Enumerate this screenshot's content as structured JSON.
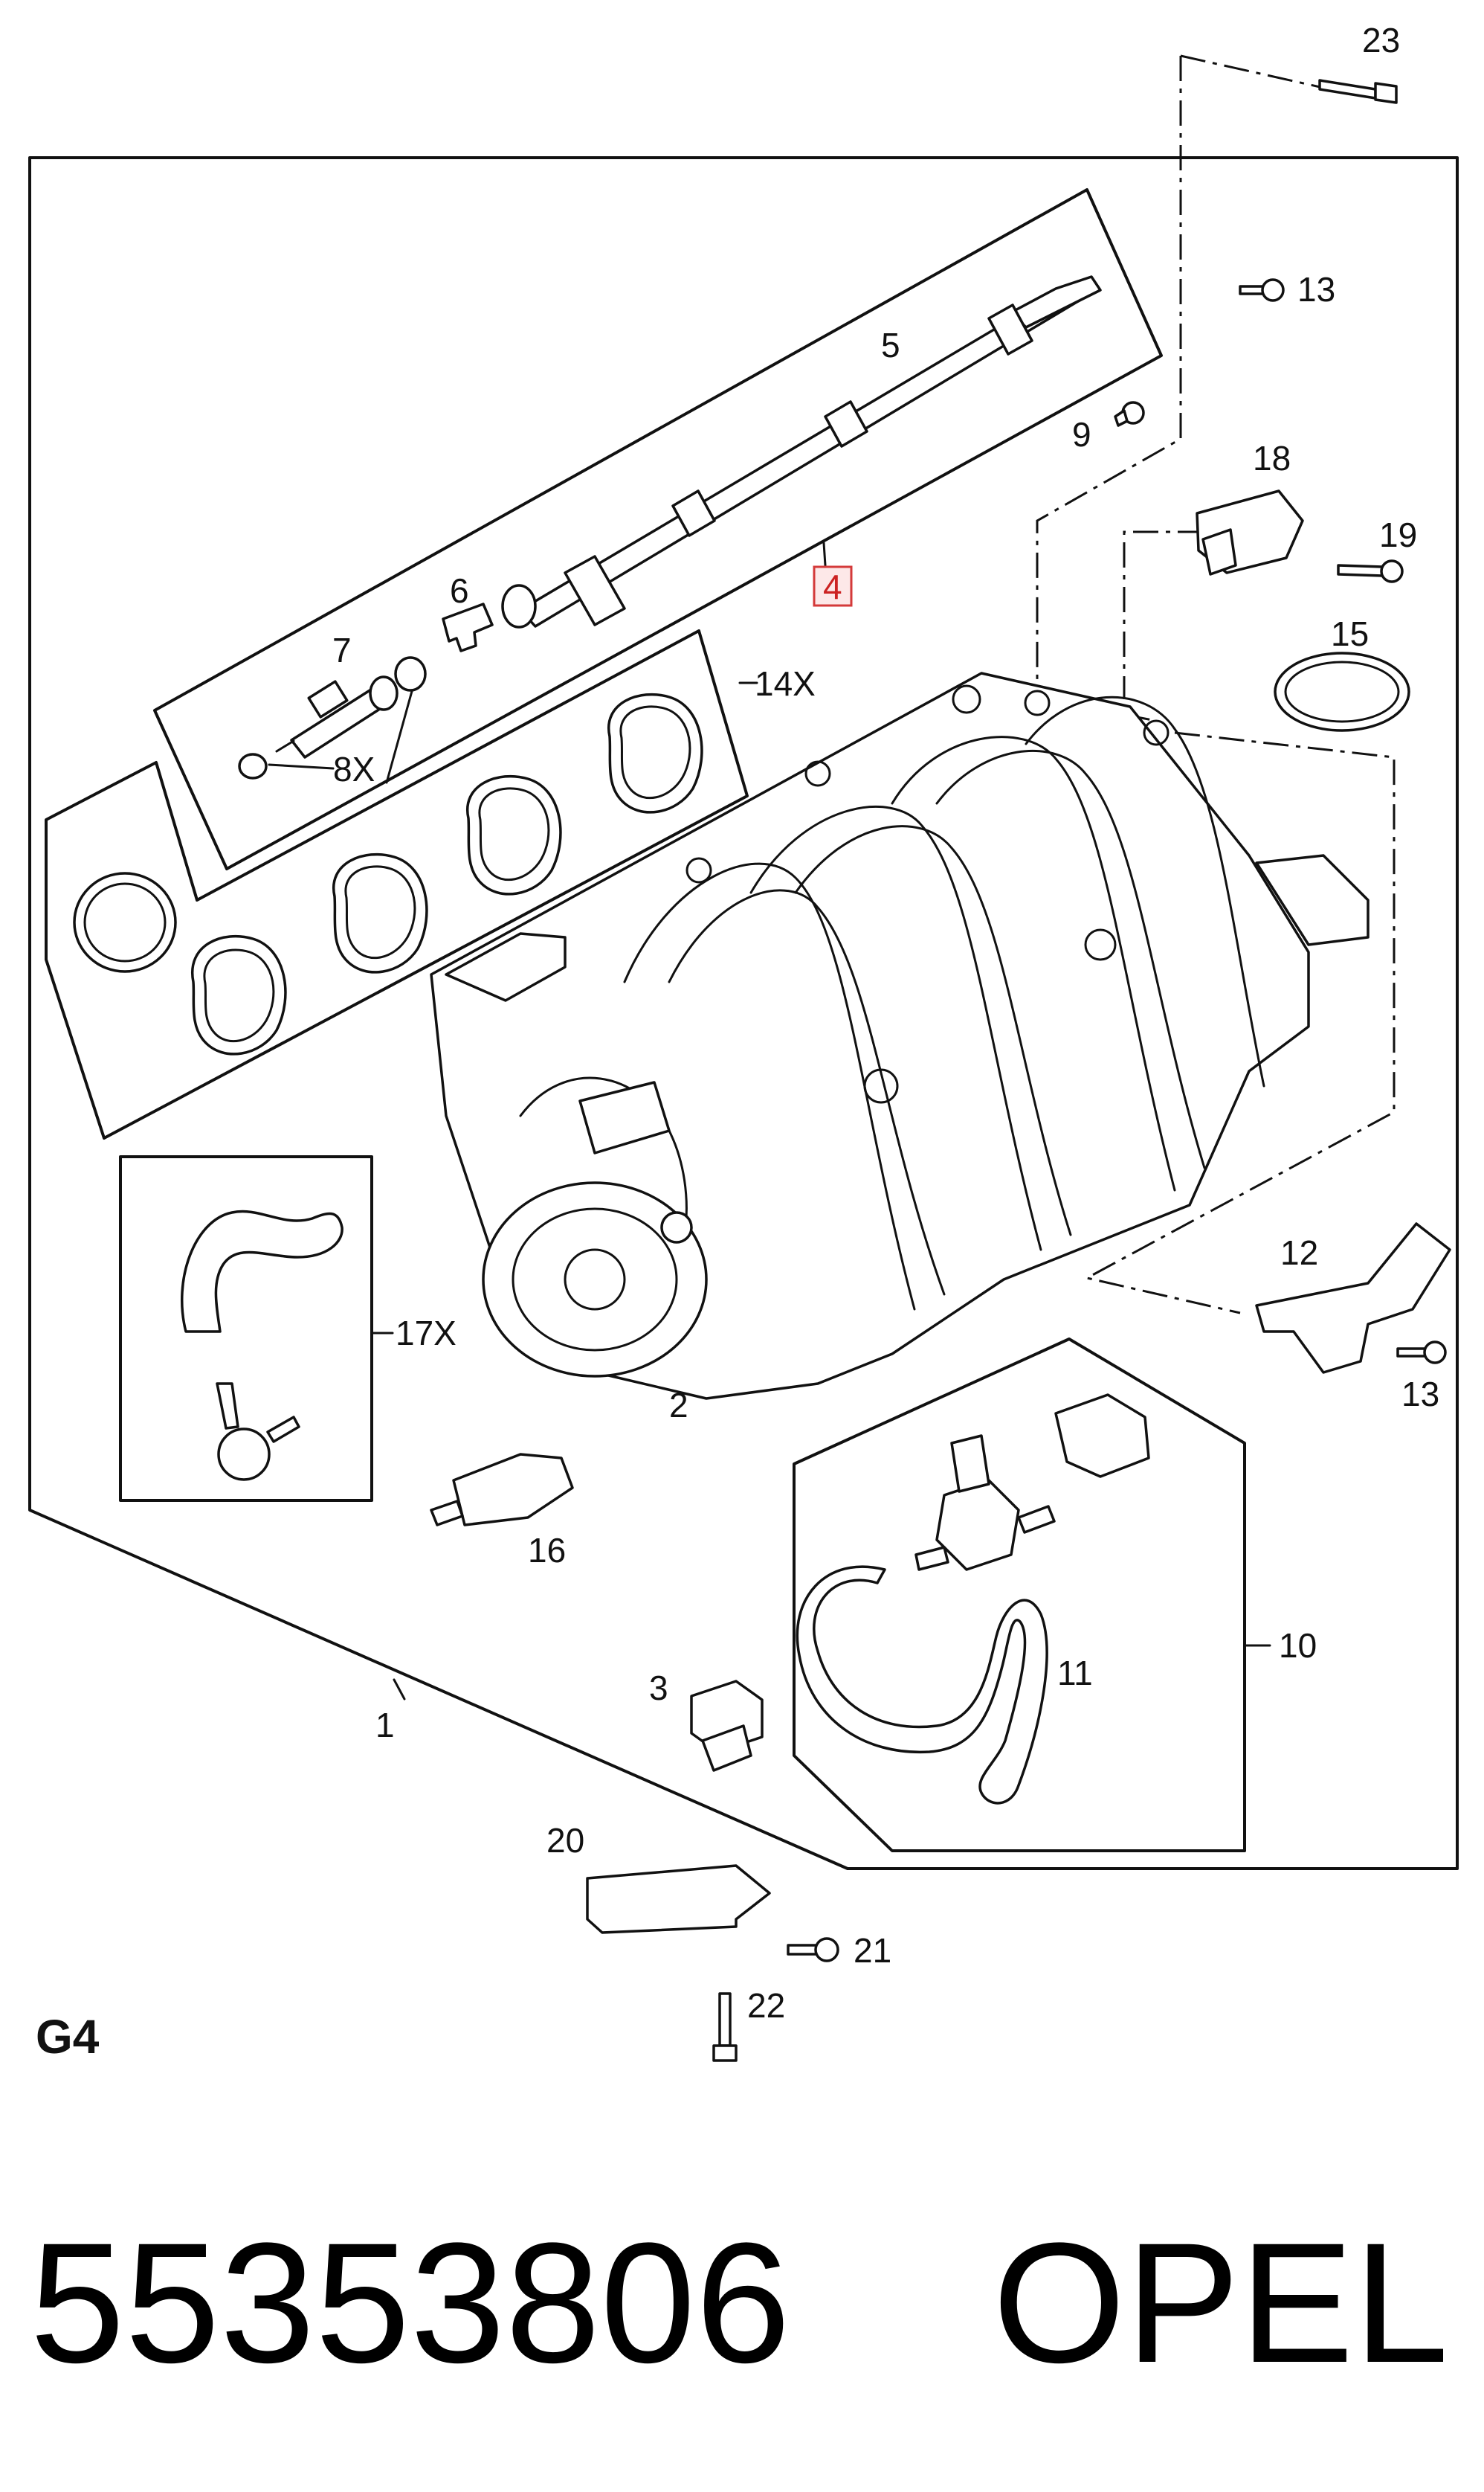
{
  "callouts": {
    "c1": "1",
    "c2": "2",
    "c3": "3",
    "c4": "4",
    "c5": "5",
    "c6": "6",
    "c7": "7",
    "c8": "8X",
    "c9": "9",
    "c10": "10",
    "c11": "11",
    "c12": "12",
    "c13a": "13",
    "c13b": "13",
    "c14": "14X",
    "c15": "15",
    "c16": "16",
    "c17": "17X",
    "c18": "18",
    "c19": "19",
    "c20": "20",
    "c21": "21",
    "c22": "22",
    "c23": "23"
  },
  "highlighted_callout": "4",
  "section_code": "G4",
  "part_number": "55353806",
  "brand": "OPEL",
  "colors": {
    "line": "#111111",
    "highlight_border": "#d43a3a",
    "highlight_fill": "#fde8e8"
  }
}
